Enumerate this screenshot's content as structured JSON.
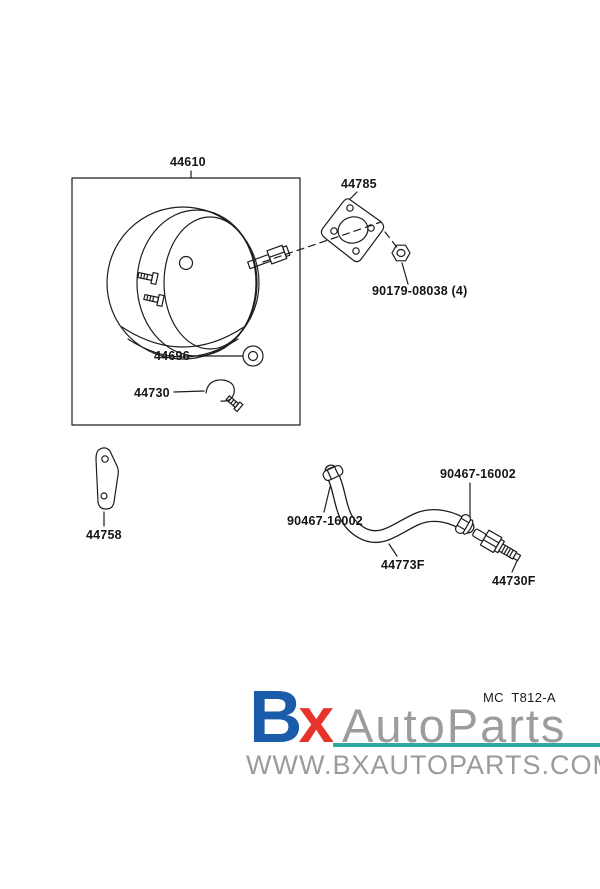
{
  "diagram": {
    "labels": {
      "booster_assembly": "44610",
      "gasket": "44785",
      "nut": "90179-08038 (4)",
      "grommet": "44696",
      "clamp": "44730",
      "bracket": "44758",
      "hose": "44773F",
      "clamp_right": "90467-16002",
      "clamp_left": "90467-16002",
      "check_valve": "44730F"
    }
  },
  "footer": {
    "catalog_code": "MC  T812-A",
    "logo": {
      "b": "B",
      "x": "x",
      "name": "AutoParts"
    },
    "website": "WWW.BXAUTOPARTS.COM",
    "colors": {
      "logo_b": "#1a5caa",
      "logo_x": "#e8332a",
      "logo_name": "#9c9c9c",
      "underline": "#2fa8a3",
      "website": "#9b9b9b",
      "line_art": "#1d1d1d"
    }
  }
}
